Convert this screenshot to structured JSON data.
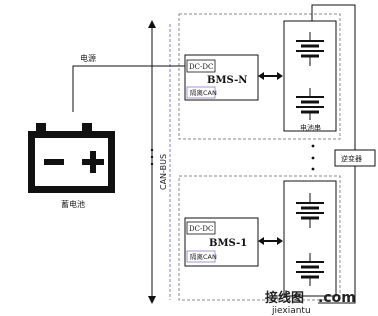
{
  "labels": {
    "power": "电源",
    "battery": "蓄电池",
    "can_bus": "CAN-BUS",
    "module_top": {
      "dcdc": "DC-DC",
      "bms": "BMS-N",
      "can": "隔离CAN",
      "cells": "电池串"
    },
    "module_bottom": {
      "dcdc": "DC-DC",
      "bms": "BMS-1",
      "can": "隔离CAN"
    },
    "inverter": "逆变器",
    "watermark_cn": "接线图",
    "watermark_com": ".com",
    "watermark_domain": "jiexiantu"
  },
  "colors": {
    "line": "#111111",
    "dashed_border": "#888888",
    "can_bus": "#7a5db8",
    "watermark_red": "#e0302b",
    "watermark_green": "#3a9a3a"
  }
}
